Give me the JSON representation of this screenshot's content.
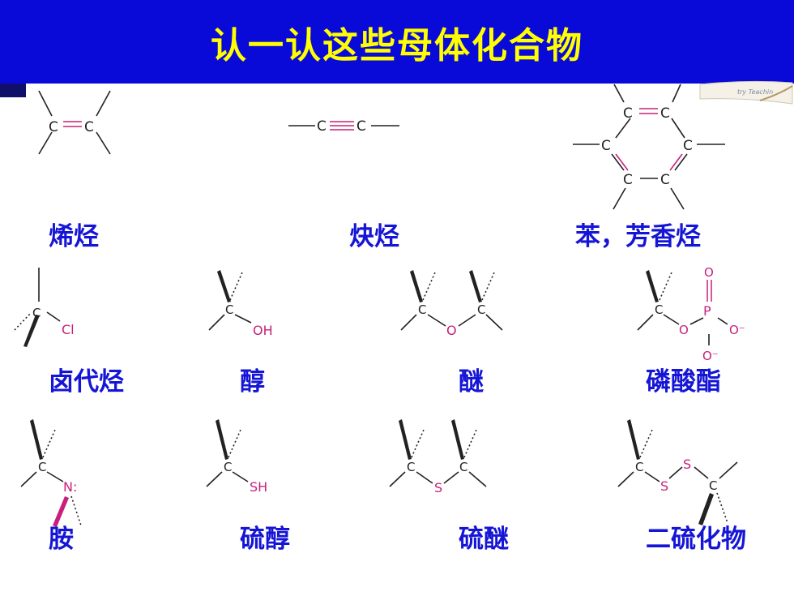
{
  "slide": {
    "title": "认一认这些母体化合物",
    "logo_text": "try Teachin"
  },
  "colors": {
    "title_background": "#0a0ad8",
    "title_text": "#ffff00",
    "label_text": "#1515d6",
    "bond_black": "#222222",
    "bond_magenta": "#c8207a"
  },
  "compounds": [
    {
      "id": "alkene",
      "label": "烯烃",
      "atoms": [
        "C",
        "C"
      ]
    },
    {
      "id": "alkyne",
      "label": "炔烃",
      "atoms": [
        "C",
        "C"
      ]
    },
    {
      "id": "arene",
      "label": "苯，芳香烃",
      "atoms": [
        "C",
        "C",
        "C",
        "C",
        "C",
        "C"
      ]
    },
    {
      "id": "haloalkane",
      "label": "卤代烃",
      "atoms": [
        "C",
        "Cl"
      ]
    },
    {
      "id": "alcohol",
      "label": "醇",
      "atoms": [
        "C",
        "OH"
      ]
    },
    {
      "id": "ether",
      "label": "醚",
      "atoms": [
        "C",
        "O",
        "C"
      ]
    },
    {
      "id": "phosphate-ester",
      "label": "磷酸酯",
      "atoms": [
        "C",
        "O",
        "P",
        "O",
        "O⁻",
        "O⁻"
      ]
    },
    {
      "id": "amine",
      "label": "胺",
      "atoms": [
        "C",
        "N:"
      ]
    },
    {
      "id": "thiol",
      "label": "硫醇",
      "atoms": [
        "C",
        "SH"
      ]
    },
    {
      "id": "thioether",
      "label": "硫醚",
      "atoms": [
        "C",
        "S",
        "C"
      ]
    },
    {
      "id": "disulfide",
      "label": "二硫化物",
      "atoms": [
        "C",
        "S",
        "S",
        "C"
      ]
    }
  ]
}
